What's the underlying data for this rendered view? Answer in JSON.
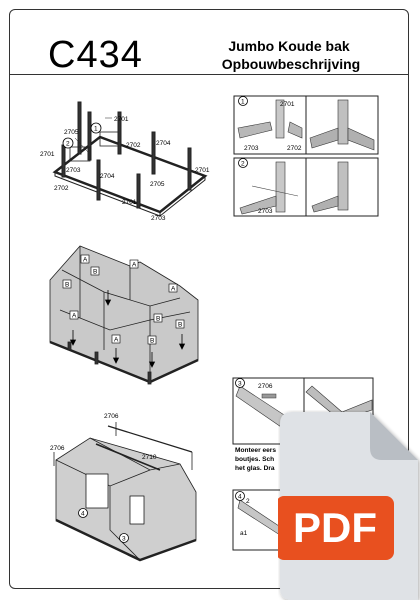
{
  "header": {
    "code": "C434",
    "title_line1": "Jumbo Koude bak",
    "title_line2": "Opbouwbeschrijving"
  },
  "parts": {
    "p2701": "2701",
    "p2702": "2702",
    "p2703": "2703",
    "p2704": "2704",
    "p2705": "2705",
    "p2706": "2706",
    "p2710": "2710"
  },
  "steps": {
    "s1": "1",
    "s2": "2",
    "s3": "3",
    "s4": "4"
  },
  "glass": {
    "a": "A",
    "b": "B"
  },
  "note_text": [
    "Monteer eers",
    "boutjes. Sch",
    "het glas. Dra"
  ],
  "fragment_a1": "a1",
  "badge": {
    "label": "PDF",
    "color": "#e8501f"
  }
}
